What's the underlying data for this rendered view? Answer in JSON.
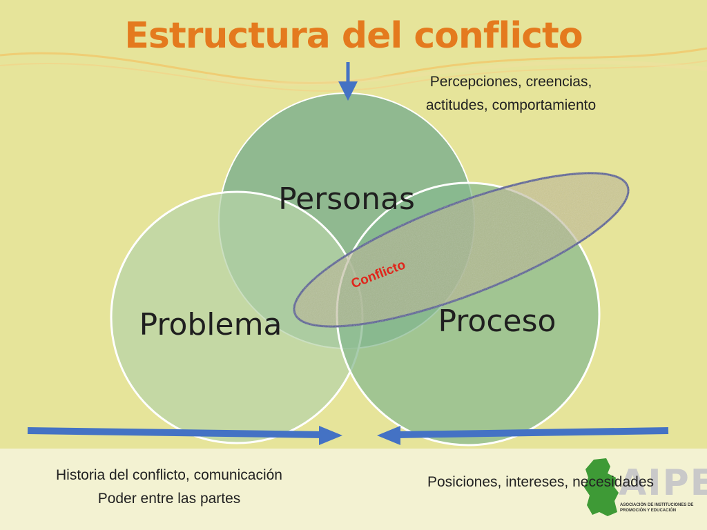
{
  "title": "Estructura del conflicto",
  "circles": {
    "personas": "Personas",
    "problema": "Problema",
    "proceso": "Proceso"
  },
  "overlay_label": "Conflicto",
  "notes": {
    "top_right": "Percepciones, creencias, actitudes, comportamiento",
    "bottom_left_line1": "Historia del conflicto, comunicación",
    "bottom_left_line2": "Poder entre las partes",
    "bottom_right": "Posiciones, intereses, necesidades"
  },
  "logo": {
    "text": "AIPE",
    "subtitle": "ASOCIACIÓN DE INSTITUCIONES DE PROMOCIÓN Y EDUCACIÓN"
  },
  "colors": {
    "background": "#e6e49a",
    "title": "#e47a1e",
    "arrow": "#4472c4",
    "personas": "#6fa88c",
    "problema": "#b7d3a8",
    "proceso": "#86b88f",
    "conflicto_label": "#e0251b",
    "ellipse_stroke": "#2f3f8f"
  }
}
